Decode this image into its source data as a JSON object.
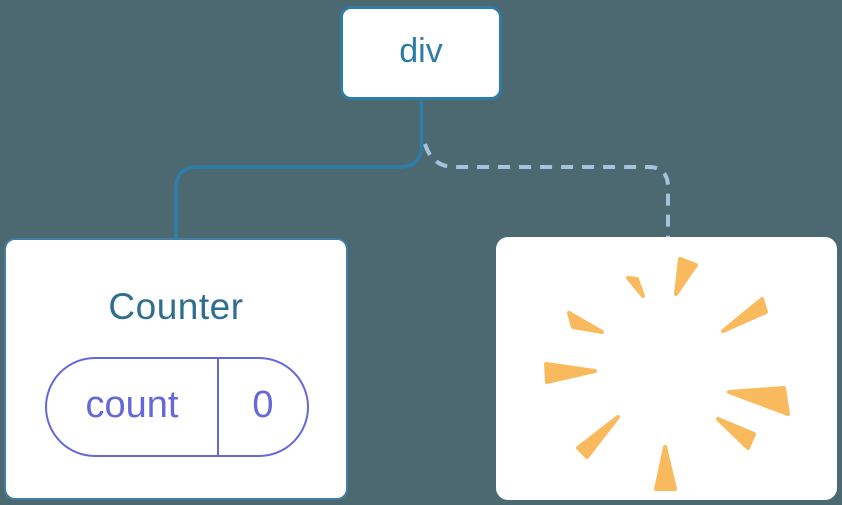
{
  "diagram": {
    "description": "Component tree: a div root keeps the Counter child (solid link) while the second child is removed with a poof burst (dashed link)",
    "root_node": {
      "label": "div"
    },
    "counter_card": {
      "title": "Counter",
      "state_name": "count",
      "state_value": "0"
    },
    "removed_card": {
      "icon": "poof-burst-icon"
    },
    "connectors": {
      "kept_style": "solid",
      "removed_style": "dashed"
    },
    "colors": {
      "background": "#4C6972",
      "node_blue": "#2E7CA8",
      "card_border_blue": "#3F7EA6",
      "title_teal": "#2E6E90",
      "state_purple": "#6568D8",
      "dashed_light_blue": "#A3C4DA",
      "poof_orange": "#F9BA5E",
      "card_background": "#FFFFFF"
    }
  }
}
